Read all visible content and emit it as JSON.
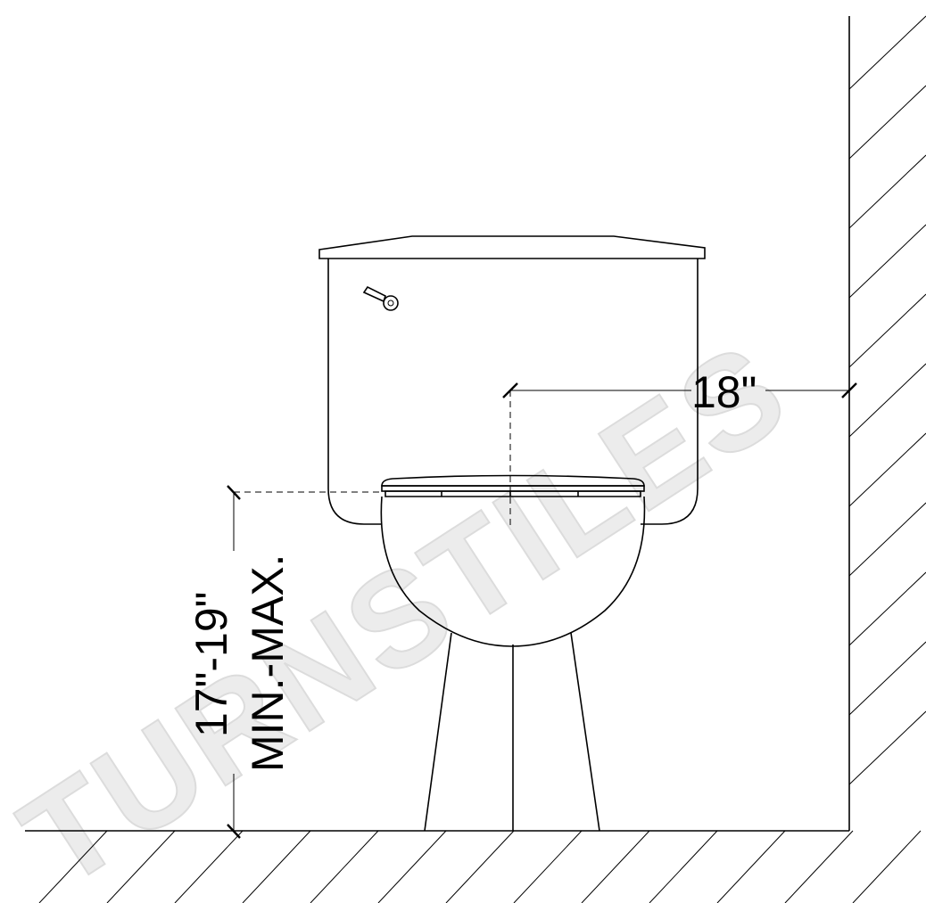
{
  "diagram": {
    "watermark": "TURNSTILES",
    "dimensions": {
      "wall_clearance": "18\"",
      "seat_height": "17\"-19\"",
      "seat_height_note": "MIN.-MAX."
    }
  }
}
